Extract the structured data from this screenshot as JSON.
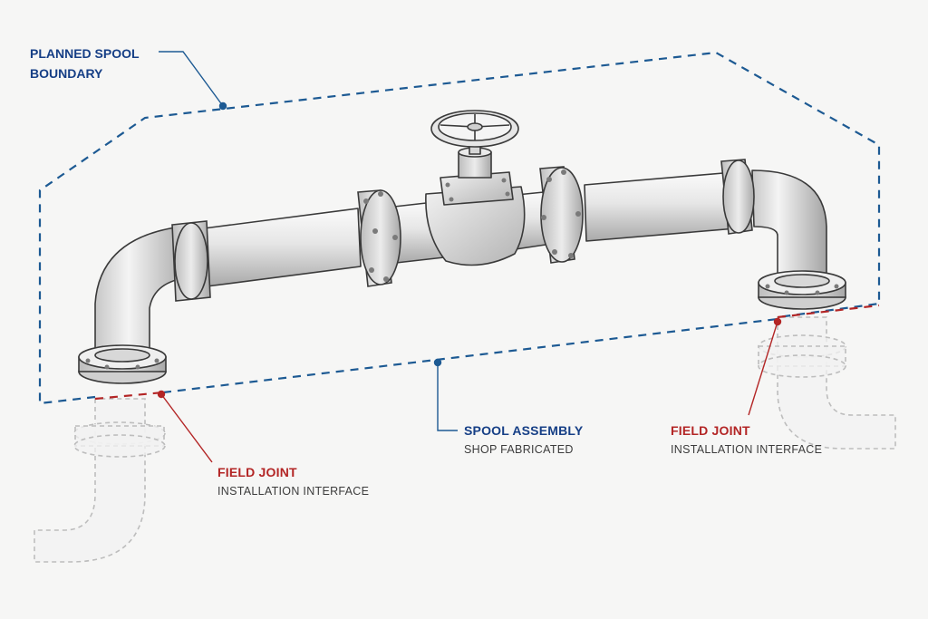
{
  "labels": {
    "planned_boundary": {
      "line1": "PLANNED SPOOL",
      "line2": "BOUNDARY"
    },
    "spool_assembly": {
      "title": "SPOOL ASSEMBLY",
      "subtitle": "SHOP FABRICATED"
    },
    "field_joint_left": {
      "title": "FIELD JOINT",
      "subtitle": "INSTALLATION INTERFACE"
    },
    "field_joint_right": {
      "title": "FIELD JOINT",
      "subtitle": "INSTALLATION INTERFACE"
    }
  },
  "colors": {
    "boundary_blue": "#1d5a93",
    "label_blue": "#163f86",
    "field_joint_red": "#b32525",
    "pipe_stroke": "#3a3a3a",
    "pipe_fill": "#e4e4e4",
    "ghost_stroke": "#b9b9b9",
    "background": "#f6f6f5"
  },
  "icons": [
    "gate-valve-handwheel",
    "pipe-flange",
    "pipe-elbow"
  ]
}
